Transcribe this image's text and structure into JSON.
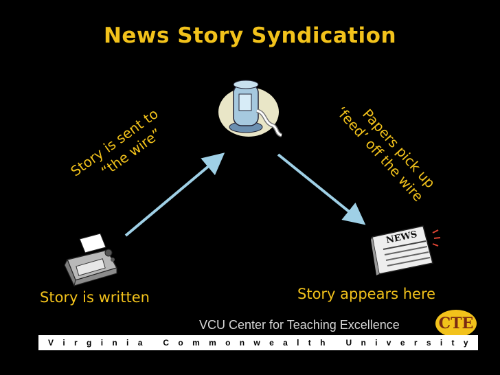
{
  "title": "News Story Syndication",
  "labels": {
    "story_written": "Story is written",
    "story_appears": "Story appears here",
    "sent_line1": "Story is sent to",
    "sent_line2": "“the wire”",
    "papers_line1": "Papers pick up",
    "papers_line2": "‘feed’ off the wire"
  },
  "footer": {
    "center_name": "VCU Center for Teaching Excellence",
    "logo_text": "CTE",
    "university_letters": [
      "V",
      "i",
      "r",
      "g",
      "i",
      "n",
      "i",
      "a",
      " ",
      "C",
      "o",
      "m",
      "m",
      "o",
      "n",
      "w",
      "e",
      "a",
      "l",
      "t",
      "h",
      " ",
      "U",
      "n",
      "i",
      "v",
      "e",
      "r",
      "s",
      "i",
      "t",
      "y"
    ]
  },
  "colors": {
    "background": "#000000",
    "accent_text": "#f2c21b",
    "arrow": "#9fd0e6"
  },
  "icons": {
    "typewriter": "typewriter-icon",
    "wire_machine": "wire-machine-icon",
    "newspaper": "newspaper-icon",
    "newspaper_masthead": "NEWS"
  }
}
